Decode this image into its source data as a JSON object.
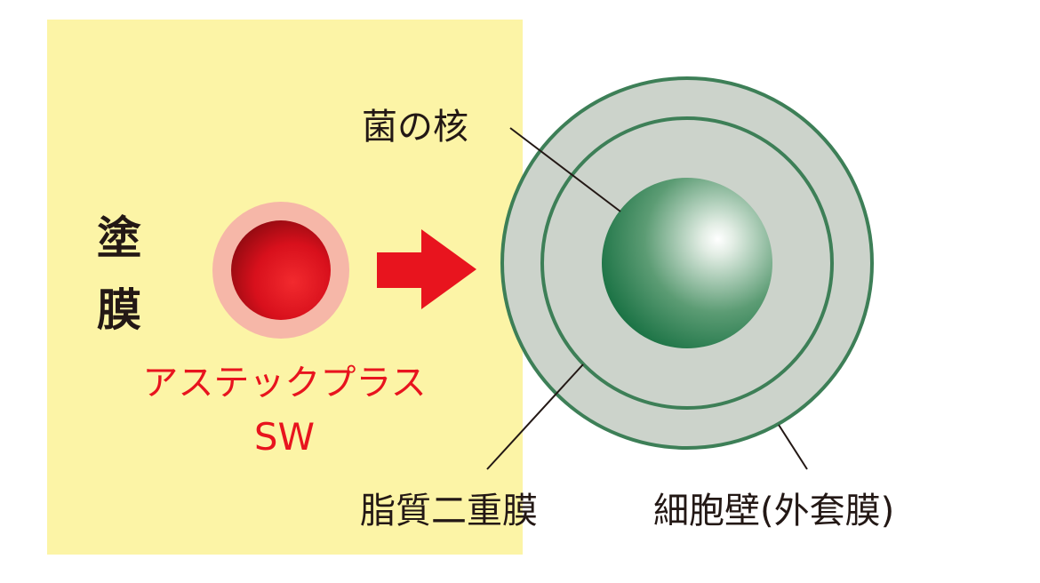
{
  "diagram": {
    "coating_label_line1": "塗",
    "coating_label_line2": "膜",
    "product_name_line1": "アステックプラス",
    "product_name_line2": "SW",
    "nucleus_label": "菌の核",
    "lipid_bilayer_label": "脂質二重膜",
    "cell_wall_label": "細胞壁(外套膜)"
  },
  "colors": {
    "coating_background": "#FCF4A6",
    "agent_core": "#D8101C",
    "agent_halo": "#F6B7A8",
    "arrow": "#E8141E",
    "product_text": "#E8141E",
    "cell_fill": "#CCD3CB",
    "cell_ring_stroke": "#3D7F57",
    "nucleus_dark": "#0F6B3C",
    "nucleus_light": "#FFFFFF",
    "text": "#231815"
  }
}
